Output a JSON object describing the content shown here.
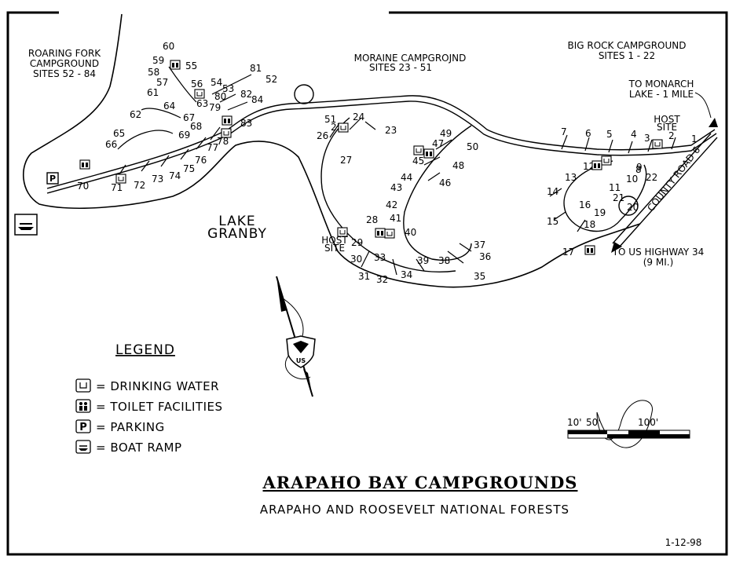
{
  "map": {
    "title": "ARAPAHO BAY CAMPGROUNDS",
    "subtitle": "ARAPAHO AND ROOSEVELT NATIONAL FORESTS",
    "date": "1-12-98",
    "lake_label": [
      "LAKE",
      "GRANBY"
    ],
    "campgrounds": [
      {
        "name": "ROARING FORK",
        "line2": "CAMPGROUND",
        "sites": "SITES 52 - 84"
      },
      {
        "name": "MORAINE CAMPGROJND",
        "sites": "SITES 23 - 51"
      },
      {
        "name": "BIG ROCK CAMPGROUND",
        "sites": "SITES 1 - 22"
      }
    ],
    "directions": {
      "monarch": [
        "TO MONARCH",
        "LAKE - 1 MILE"
      ],
      "highway": [
        "TO US HIGHWAY 34",
        "(9 MI.)"
      ],
      "county_road": "COUNTY ROAD 6"
    },
    "host_site": [
      "HOST",
      "SITE"
    ],
    "scale": {
      "labels": [
        "10'",
        "50'",
        "100'"
      ]
    }
  },
  "legend": {
    "heading": "LEGEND",
    "items": [
      {
        "icon": "drinking-water-icon",
        "label": "= DRINKING WATER"
      },
      {
        "icon": "toilet-icon",
        "label": "= TOILET FACILITIES"
      },
      {
        "icon": "parking-icon",
        "label": "= PARKING"
      },
      {
        "icon": "boat-ramp-icon",
        "label": "= BOAT RAMP"
      }
    ]
  },
  "sites": {
    "roaring_fork": [
      "52",
      "53",
      "54",
      "55",
      "56",
      "57",
      "58",
      "59",
      "60",
      "61",
      "62",
      "63",
      "64",
      "65",
      "66",
      "67",
      "68",
      "69",
      "70",
      "71",
      "72",
      "73",
      "74",
      "75",
      "76",
      "77",
      "78",
      "79",
      "80",
      "81",
      "82",
      "83",
      "84"
    ],
    "moraine": [
      "23",
      "24",
      "25",
      "26",
      "27",
      "28",
      "29",
      "30",
      "31",
      "32",
      "33",
      "34",
      "35",
      "36",
      "37",
      "38",
      "39",
      "40",
      "41",
      "42",
      "43",
      "44",
      "45",
      "46",
      "47",
      "48",
      "49",
      "50",
      "51"
    ],
    "big_rock": [
      "1",
      "2",
      "3",
      "4",
      "5",
      "6",
      "7",
      "8",
      "9",
      "10",
      "11",
      "12",
      "13",
      "14",
      "15",
      "16",
      "17",
      "18",
      "19",
      "20",
      "21",
      "22"
    ]
  }
}
